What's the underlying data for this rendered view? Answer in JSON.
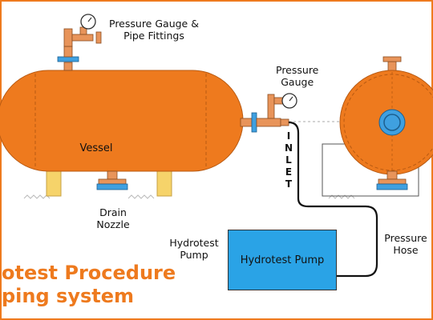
{
  "labels": {
    "pressure_gauge_fittings": [
      "Pressure Gauge &",
      "Pipe Fittings"
    ],
    "pressure_gauge": [
      "Pressure",
      "Gauge"
    ],
    "vessel": "Vessel",
    "inlet": [
      "I",
      "N",
      "L",
      "E",
      "T"
    ],
    "drain_nozzle": [
      "Drain",
      "Nozzle"
    ],
    "hydrotest_pump_side": [
      "Hydrotest",
      "Pump"
    ],
    "hydrotest_pump_box": "Hydrotest Pump",
    "pressure_hose": [
      "Pressure",
      "Hose"
    ]
  },
  "title": {
    "line1": "otest Procedure",
    "line2": "ping system"
  },
  "colors": {
    "vessel_orange": "#ee7a1e",
    "frame_orange": "#ee7a1e",
    "pump_blue": "#2aa3e6",
    "flange_blue": "#3fa0e0",
    "support_yellow": "#f6d36a",
    "pipe_tan": "#e8945a"
  }
}
